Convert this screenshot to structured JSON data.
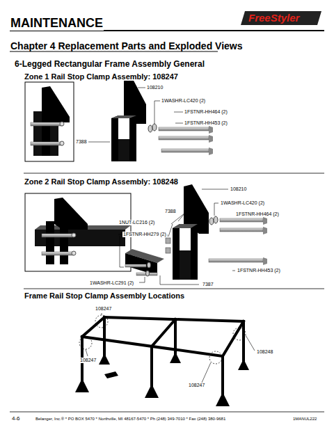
{
  "diagram": {
    "title": "Chapter 4 Replacement Parts and Exploded Views",
    "labels": [
      "MAINTENANCE",
      "FreeStyler",
      "6-Legged Rectangular Frame Assembly General",
      "Zone 1 Rail Stop Clamp Assembly: 108247",
      "108210",
      "1WASHR-LC420 (2)",
      "1FSTNR-HH464 (2)",
      "1FSTNR-HH453 (2)",
      "7388",
      "Zone 2 Rail Stop Clamp Assembly: 108248",
      "108210",
      "1WASHR-LC420 (2)",
      "7388",
      "1FSTNR-HH464 (2)",
      "1NUT-LC216 (2)",
      "1FSTNR-HH279 (2)",
      "1FSTNR-HH453 (2)",
      "1WASHR-LC291 (2)",
      "7387",
      "Frame Rail Stop Clamp Assembly Locations",
      "108247",
      "108248",
      "108247",
      "108247",
      "4-6",
      "Belanger, Inc.® * PO BOX 5470 * Northville, MI 48167-5470 * Ph (248) 349-7010 * Fax (248) 380-9681",
      "1MANUL222"
    ]
  }
}
